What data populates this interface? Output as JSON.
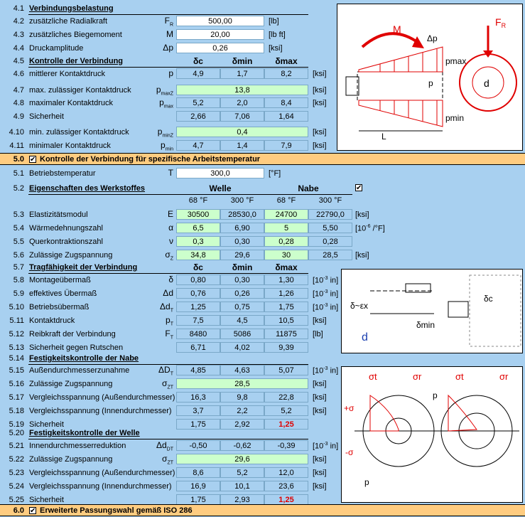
{
  "colors": {
    "band": "#ffcc80",
    "input": "#ffffff",
    "computed": "#ccffcc",
    "warning": "#e00000",
    "background": "#a8d0f0"
  },
  "s4": {
    "header": {
      "num": "4.1",
      "label": "Verbindungsbelastung"
    },
    "rows": [
      {
        "num": "4.2",
        "label": "zusätzliche Radialkraft",
        "sym": "F",
        "sub": "R",
        "value": "500,00",
        "unit": "[lb]"
      },
      {
        "num": "4.3",
        "label": "zusätzliches Biegemoment",
        "sym": "M",
        "sub": "",
        "value": "20,00",
        "unit": "[lb ft]"
      },
      {
        "num": "4.4",
        "label": "Druckamplitude",
        "sym": "Δp",
        "sub": "",
        "value": "0,26",
        "unit": "[ksi]"
      }
    ],
    "check": {
      "num": "4.5",
      "label": "Kontrolle der Verbindung",
      "cols": [
        "δc",
        "δmin",
        "δmax"
      ]
    },
    "crows": [
      {
        "num": "4.6",
        "label": "mittlerer Kontaktdruck",
        "sym": "p",
        "sub": "",
        "vals": [
          "4,9",
          "1,7",
          "8,2"
        ],
        "unit": "[ksi]"
      },
      {
        "num": "4.7",
        "label": "max. zulässiger Kontaktdruck",
        "sym": "p",
        "sub": "maxZ",
        "merged": "13,8",
        "unit": "[ksi]"
      },
      {
        "num": "4.8",
        "label": "maximaler Kontaktdruck",
        "sym": "p",
        "sub": "max",
        "vals": [
          "5,2",
          "2,0",
          "8,4"
        ],
        "unit": "[ksi]"
      },
      {
        "num": "4.9",
        "label": "Sicherheit",
        "sym": "",
        "sub": "",
        "vals": [
          "2,66",
          "7,06",
          "1,64"
        ],
        "unit": ""
      },
      {
        "num": "4.10",
        "label": "min. zulässiger Kontaktdruck",
        "sym": "p",
        "sub": "minZ",
        "merged": "0,4",
        "unit": "[ksi]"
      },
      {
        "num": "4.11",
        "label": "minimaler Kontaktdruck",
        "sym": "p",
        "sub": "min",
        "vals": [
          "4,7",
          "1,4",
          "7,9"
        ],
        "unit": "[ksi]"
      }
    ]
  },
  "s5": {
    "band": {
      "num": "5.0",
      "label": "Kontrolle der Verbindung für spezifische Arbeitstemperatur",
      "checked": "✔"
    },
    "temp": {
      "num": "5.1",
      "label": "Betriebstemperatur",
      "sym": "T",
      "value": "300,0",
      "unit": "[°F]"
    },
    "mat": {
      "num": "5.2",
      "label": "Eigenschaften des Werkstoffes",
      "welle": "Welle",
      "nabe": "Nabe",
      "checked": "✔",
      "subcols": [
        "68 °F",
        "300 °F",
        "68 °F",
        "300 °F"
      ]
    },
    "mrows": [
      {
        "num": "5.3",
        "label": "Elastizitätsmodul",
        "sym": "E",
        "sub": "",
        "vals": [
          "30500",
          "28530,0",
          "24700",
          "22790,0"
        ],
        "unit": "[ksi]",
        "unitsup": ""
      },
      {
        "num": "5.4",
        "label": "Wärmedehnungszahl",
        "sym": "α",
        "sub": "",
        "vals": [
          "6,5",
          "6,90",
          "5",
          "5,50"
        ],
        "unit": "[10 /°F]",
        "unitsup": "-6"
      },
      {
        "num": "5.5",
        "label": "Querkontraktionszahl",
        "sym": "ν",
        "sub": "",
        "vals": [
          "0,3",
          "0,30",
          "0,28",
          "0,28"
        ],
        "unit": "",
        "unitsup": ""
      },
      {
        "num": "5.6",
        "label": "Zulässige Zugspannung",
        "sym": "σ",
        "sub": "Z",
        "vals": [
          "34,8",
          "29,6",
          "30",
          "28,5"
        ],
        "unit": "[ksi]",
        "unitsup": ""
      }
    ],
    "trag": {
      "num": "5.7",
      "label": "Tragfähigkeit der Verbindung",
      "cols": [
        "δc",
        "δmin",
        "δmax"
      ]
    },
    "trows": [
      {
        "num": "5.8",
        "label": "Montageübermaß",
        "sym": "δ",
        "sub": "",
        "vals": [
          "0,80",
          "0,30",
          "1,30"
        ],
        "unit": "[10 in]",
        "unitsup": "-3"
      },
      {
        "num": "5.9",
        "label": "effektives Übermaß",
        "sym": "Δd",
        "sub": "",
        "vals": [
          "0,76",
          "0,26",
          "1,26"
        ],
        "unit": "[10 in]",
        "unitsup": "-3"
      },
      {
        "num": "5.10",
        "label": "Betriebsübermaß",
        "sym": "Δd",
        "sub": "T",
        "vals": [
          "1,25",
          "0,75",
          "1,75"
        ],
        "unit": "[10 in]",
        "unitsup": "-3"
      },
      {
        "num": "5.11",
        "label": "Kontaktdruck",
        "sym": "p",
        "sub": "T",
        "vals": [
          "7,5",
          "4,5",
          "10,5"
        ],
        "unit": "[ksi]",
        "unitsup": ""
      },
      {
        "num": "5.12",
        "label": "Reibkraft der Verbindung",
        "sym": "F",
        "sub": "T",
        "vals": [
          "8480",
          "5086",
          "11875"
        ],
        "unit": "[lb]",
        "unitsup": ""
      },
      {
        "num": "5.13",
        "label": "Sicherheit gegen Rutschen",
        "sym": "",
        "sub": "",
        "vals": [
          "6,71",
          "4,02",
          "9,39"
        ],
        "unit": "",
        "unitsup": ""
      }
    ],
    "nabe": {
      "num": "5.14",
      "label": "Festigkeitskontrolle der Nabe"
    },
    "nrows": [
      {
        "num": "5.15",
        "label": "Außendurchmesserzunahme",
        "sym": "ΔD",
        "sub": "T",
        "vals": [
          "4,85",
          "4,63",
          "5,07"
        ],
        "unit": "[10 in]",
        "unitsup": "-3"
      },
      {
        "num": "5.16",
        "label": "Zulässige Zugspannung",
        "sym": "σ",
        "sub": "ZT",
        "merged": "28,5",
        "unit": "[ksi]",
        "unitsup": ""
      },
      {
        "num": "5.17",
        "label": "Vergleichsspannung (Außendurchmesser)",
        "sym": "",
        "sub": "",
        "vals": [
          "16,3",
          "9,8",
          "22,8"
        ],
        "unit": "[ksi]",
        "unitsup": ""
      },
      {
        "num": "5.18",
        "label": "Vergleichsspannung (Innendurchmesser)",
        "sym": "",
        "sub": "",
        "vals": [
          "3,7",
          "2,2",
          "5,2"
        ],
        "unit": "[ksi]",
        "unitsup": ""
      },
      {
        "num": "5.19",
        "label": "Sicherheit",
        "sym": "",
        "sub": "",
        "vals": [
          "1,75",
          "2,92",
          "1,25"
        ],
        "unit": "",
        "unitsup": "",
        "redlast": true
      }
    ],
    "welle": {
      "num": "5.20",
      "label": "Festigkeitskontrolle der Welle"
    },
    "wrows": [
      {
        "num": "5.21",
        "label": "Innendurchmesserreduktion",
        "sym": "Δd",
        "sub": "DT",
        "vals": [
          "-0,50",
          "-0,62",
          "-0,39"
        ],
        "unit": "[10 in]",
        "unitsup": "-3"
      },
      {
        "num": "5.22",
        "label": "Zulässige Zugspannung",
        "sym": "σ",
        "sub": "ZT",
        "merged": "29,6",
        "unit": "[ksi]",
        "unitsup": ""
      },
      {
        "num": "5.23",
        "label": "Vergleichsspannung (Außendurchmesser)",
        "sym": "",
        "sub": "",
        "vals": [
          "8,6",
          "5,2",
          "12,0"
        ],
        "unit": "[ksi]",
        "unitsup": ""
      },
      {
        "num": "5.24",
        "label": "Vergleichsspannung (Innendurchmesser)",
        "sym": "",
        "sub": "",
        "vals": [
          "16,9",
          "10,1",
          "23,6"
        ],
        "unit": "[ksi]",
        "unitsup": ""
      },
      {
        "num": "5.25",
        "label": "Sicherheit",
        "sym": "",
        "sub": "",
        "vals": [
          "1,75",
          "2,93",
          "1,25"
        ],
        "unit": "",
        "unitsup": "",
        "redlast": true
      }
    ]
  },
  "s6": {
    "band": {
      "num": "6.0",
      "label": "Erweiterte Passungswahl gemäß ISO 286",
      "checked": "✔"
    }
  },
  "diagrams": {
    "d1": {
      "M": "M",
      "FR": "F",
      "FRsub": "R",
      "dp": "Δp",
      "pmax": "pmax",
      "p": "p",
      "pmin": "pmin",
      "L": "L",
      "d": "d"
    },
    "d2": {
      "dex": "δ~εx",
      "dc": "δc",
      "dmin": "δmin",
      "d": "d"
    },
    "d3": {
      "st1": "σt",
      "sr1": "σr",
      "st2": "σt",
      "sr2": "σr",
      "plus": "+σ",
      "minus": "-σ",
      "p1": "p",
      "p2": "p"
    }
  }
}
